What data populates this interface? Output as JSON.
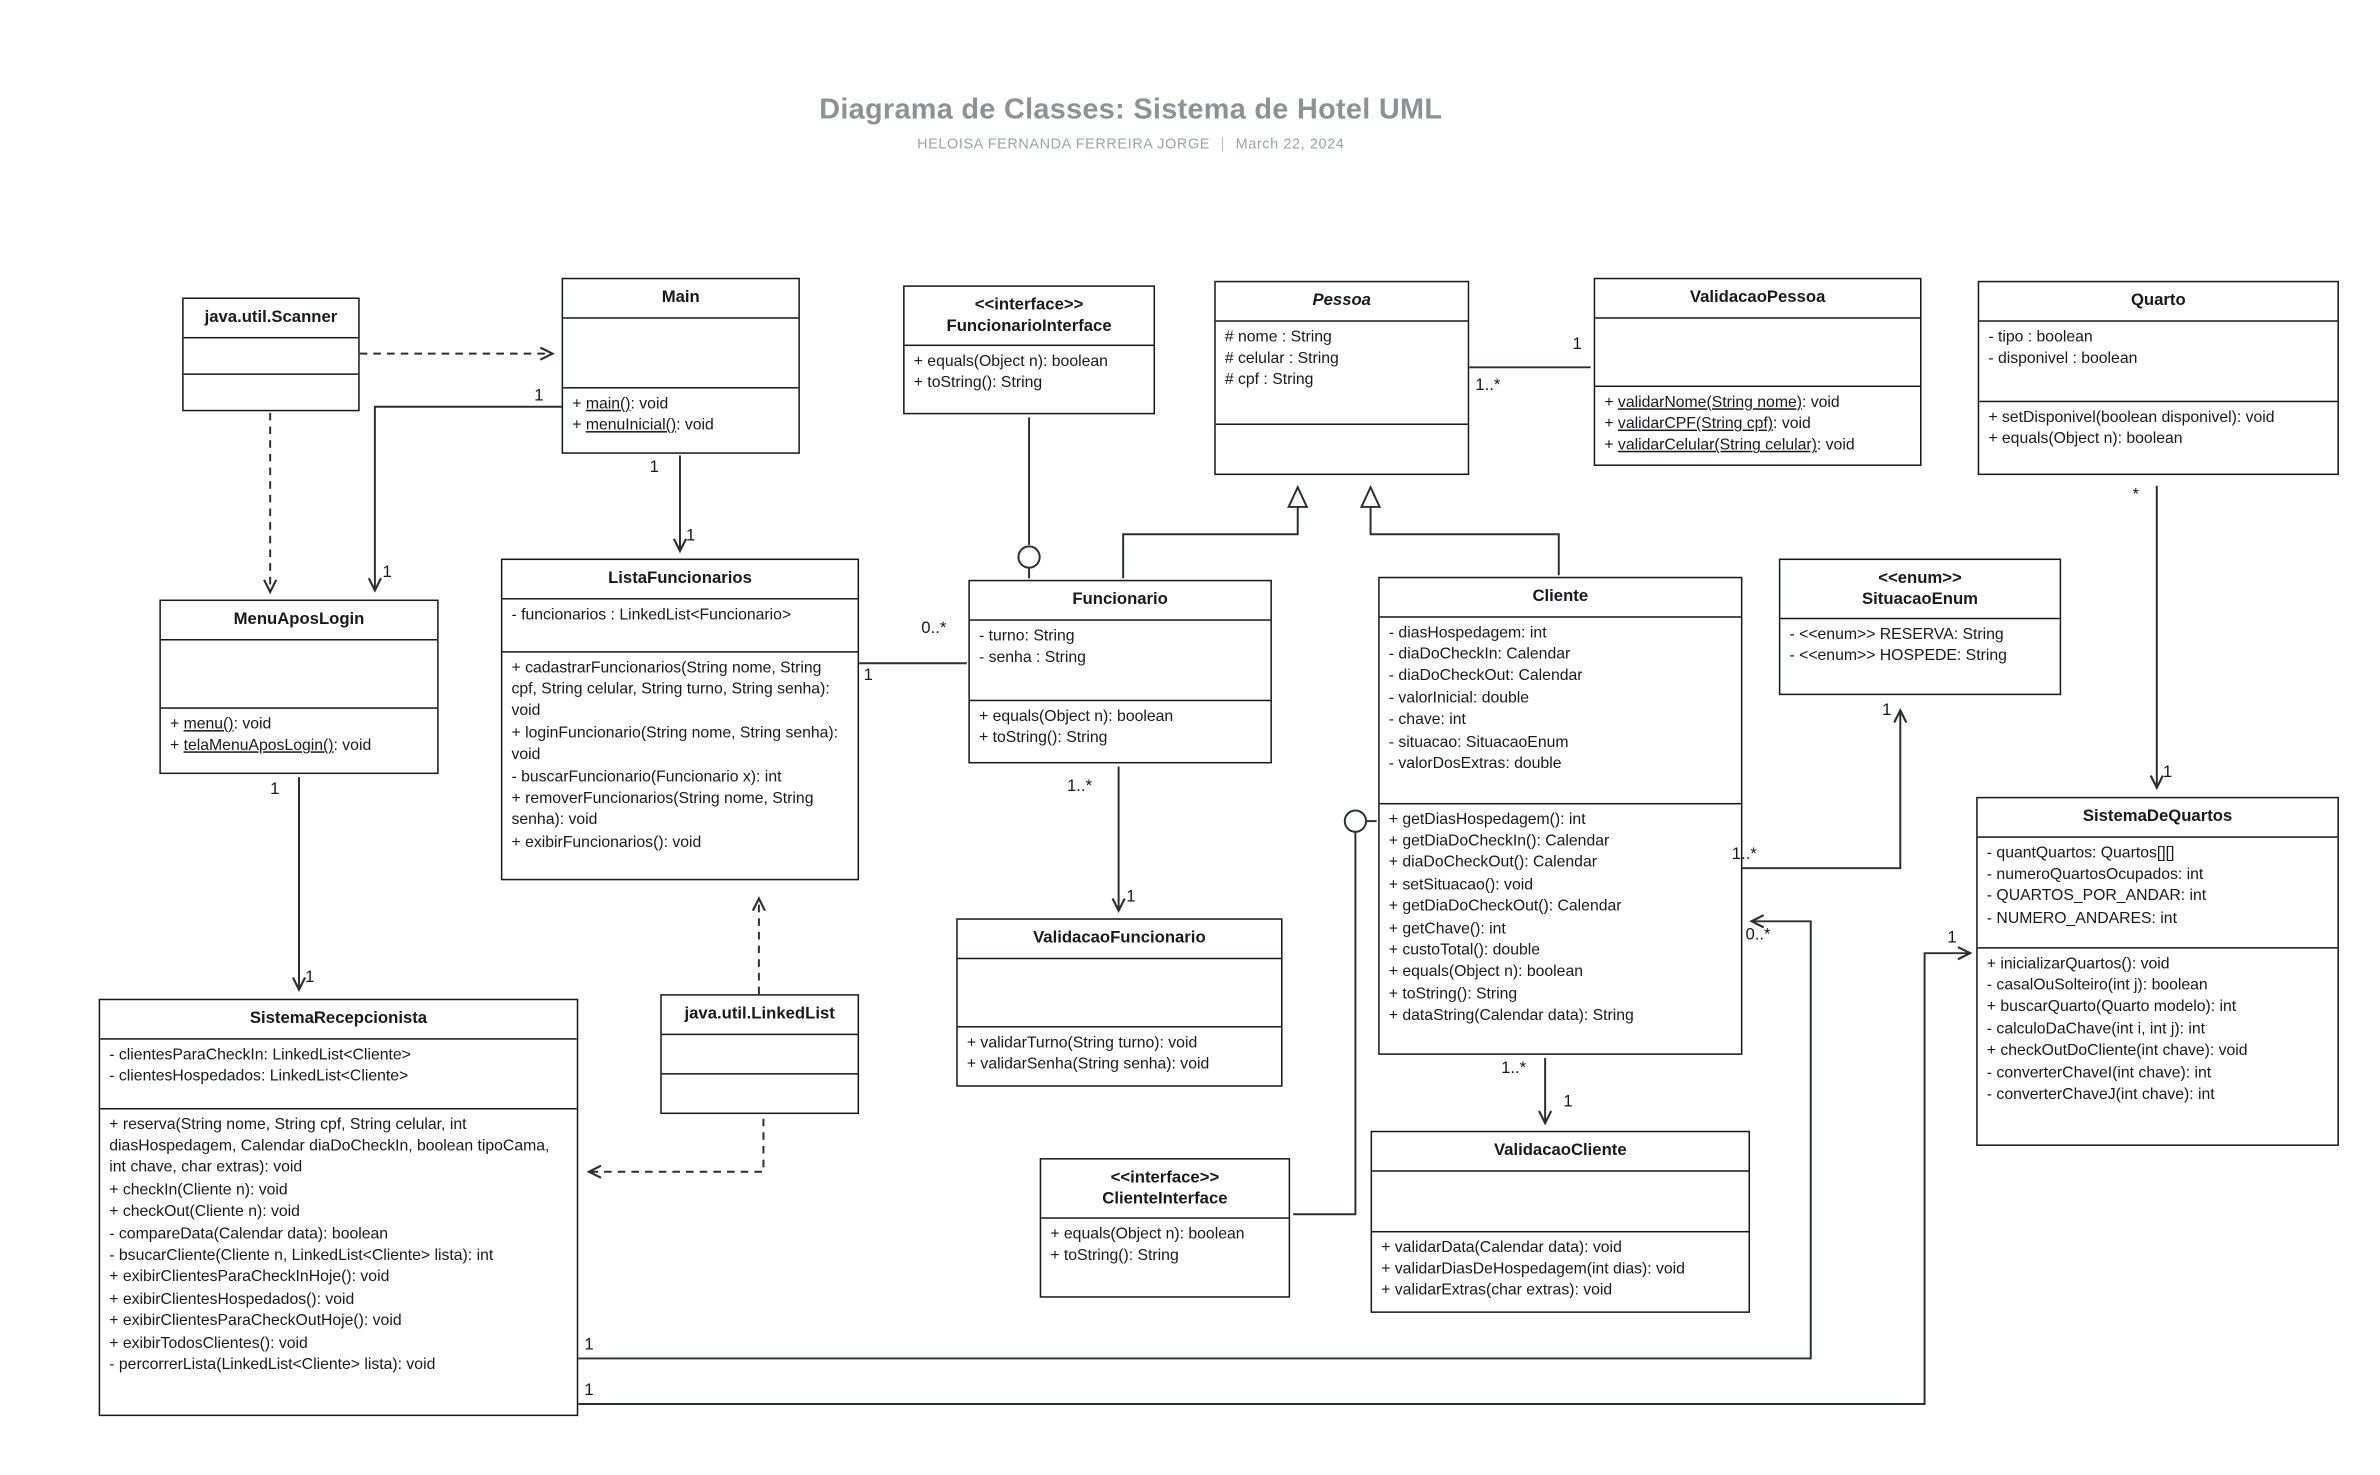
{
  "header": {
    "title": "Diagrama de Classes: Sistema de Hotel UML",
    "author": "HELOISA FERNANDA FERREIRA JORGE",
    "separator": "|",
    "date": "March 22, 2024"
  },
  "classes": {
    "scanner": {
      "title": "java.util.Scanner",
      "attributes": [],
      "methods": []
    },
    "main": {
      "title": "Main",
      "attributes": [],
      "methods": [
        {
          "text": "+ main(): void",
          "u": "main()"
        },
        {
          "text": "+ menuInicial(): void",
          "u": "menuInicial()"
        }
      ]
    },
    "funcionarioInterface": {
      "stereotype": "<<interface>>",
      "title": "FuncionarioInterface",
      "methods": [
        "+ equals(Object n): boolean",
        "+ toString(): String"
      ]
    },
    "pessoa": {
      "title": "Pessoa",
      "attributes": [
        "# nome : String",
        "# celular : String",
        "# cpf : String"
      ],
      "methods": []
    },
    "validacaoPessoa": {
      "title": "ValidacaoPessoa",
      "attributes": [],
      "methods": [
        {
          "text": "+ validarNome(String nome): void",
          "u": "validarNome(String nome)"
        },
        {
          "text": "+ validarCPF(String cpf): void",
          "u": "validarCPF(String cpf)"
        },
        {
          "text": "+ validarCelular(String celular): void",
          "u": "validarCelular(String celular)"
        }
      ]
    },
    "quarto": {
      "title": "Quarto",
      "attributes": [
        "- tipo : boolean",
        "- disponivel : boolean"
      ],
      "methods": [
        "+ setDisponivel(boolean disponivel): void",
        "+ equals(Object n): boolean"
      ]
    },
    "menuAposLogin": {
      "title": "MenuAposLogin",
      "attributes": [],
      "methods": [
        {
          "text": "+ menu(): void",
          "u": "menu()"
        },
        {
          "text": "+ telaMenuAposLogin(): void",
          "u": "telaMenuAposLogin()"
        }
      ]
    },
    "listaFuncionarios": {
      "title": "ListaFuncionarios",
      "attributes": [
        "- funcionarios : LinkedList<Funcionario>"
      ],
      "methods": [
        "+ cadastrarFuncionarios(String nome, String cpf, String celular, String turno, String senha): void",
        "+ loginFuncionario(String nome, String senha): void",
        "- buscarFuncionario(Funcionario x): int",
        "+ removerFuncionarios(String nome, String senha): void",
        "+ exibirFuncionarios(): void"
      ]
    },
    "funcionario": {
      "title": "Funcionario",
      "attributes": [
        "- turno: String",
        "- senha : String"
      ],
      "methods": [
        "+ equals(Object n): boolean",
        "+ toString(): String"
      ]
    },
    "cliente": {
      "title": "Cliente",
      "attributes": [
        "- diasHospedagem: int",
        "- diaDoCheckIn: Calendar",
        "- diaDoCheckOut: Calendar",
        "- valorInicial: double",
        "- chave: int",
        "- situacao: SituacaoEnum",
        "- valorDosExtras: double"
      ],
      "methods": [
        "+ getDiasHospedagem(): int",
        "+ getDiaDoCheckIn(): Calendar",
        "+ diaDoCheckOut(): Calendar",
        "+ setSituacao(): void",
        "+ getDiaDoCheckOut(): Calendar",
        "+ getChave(): int",
        "+ custoTotal(): double",
        "+ equals(Object n): boolean",
        "+ toString(): String",
        "+ dataString(Calendar data): String"
      ]
    },
    "situacaoEnum": {
      "stereotype": "<<enum>>",
      "title": "SituacaoEnum",
      "members": [
        "- <<enum>> RESERVA: String",
        "- <<enum>> HOSPEDE: String"
      ]
    },
    "sistemaDeQuartos": {
      "title": "SistemaDeQuartos",
      "attributes": [
        "- quantQuartos: Quartos[][]",
        "- numeroQuartosOcupados: int",
        "- QUARTOS_POR_ANDAR: int",
        "- NUMERO_ANDARES: int"
      ],
      "methods": [
        "+ inicializarQuartos(): void",
        "- casalOuSolteiro(int j): boolean",
        "+ buscarQuarto(Quarto modelo): int",
        "- calculoDaChave(int i, int j): int",
        "+ checkOutDoCliente(int chave): void",
        "- converterChaveI(int chave): int",
        "- converterChaveJ(int chave): int"
      ]
    },
    "sistemaRecepcionista": {
      "title": "SistemaRecepcionista",
      "attributes": [
        "- clientesParaCheckIn: LinkedList<Cliente>",
        "- clientesHospedados: LinkedList<Cliente>"
      ],
      "methods": [
        "+ reserva(String nome, String cpf, String celular, int diasHospedagem, Calendar diaDoCheckIn, boolean tipoCama, int chave, char extras): void",
        "+ checkIn(Cliente n): void",
        "+ checkOut(Cliente n): void",
        "- compareData(Calendar data): boolean",
        "- bsucarCliente(Cliente n, LinkedList<Cliente> lista): int",
        "+ exibirClientesParaCheckInHoje(): void",
        "+ exibirClientesHospedados(): void",
        "+ exibirClientesParaCheckOutHoje(): void",
        "+ exibirTodosClientes(): void",
        "- percorrerLista(LinkedList<Cliente> lista): void"
      ]
    },
    "linkedList": {
      "title": "java.util.LinkedList",
      "attributes": [],
      "methods": []
    },
    "validacaoFuncionario": {
      "title": "ValidacaoFuncionario",
      "attributes": [],
      "methods": [
        "+ validarTurno(String turno): void",
        "+ validarSenha(String senha): void"
      ]
    },
    "clienteInterface": {
      "stereotype": "<<interface>>",
      "title": "ClienteInterface",
      "methods": [
        "+ equals(Object n): boolean",
        "+ toString(): String"
      ]
    },
    "validacaoCliente": {
      "title": "ValidacaoCliente",
      "attributes": [],
      "methods": [
        "+ validarData(Calendar data): void",
        "+ validarDiasDeHospedagem(int dias): void",
        "+ validarExtras(char extras): void"
      ]
    }
  },
  "mult": [
    "1",
    "1",
    "1",
    "1",
    "1..*",
    "1",
    "0..*",
    "1",
    "1..*",
    "1",
    "1",
    "1..*",
    "0..*",
    "1..*",
    "1",
    "*",
    "1",
    "1",
    "1",
    "1",
    "1",
    "1"
  ]
}
